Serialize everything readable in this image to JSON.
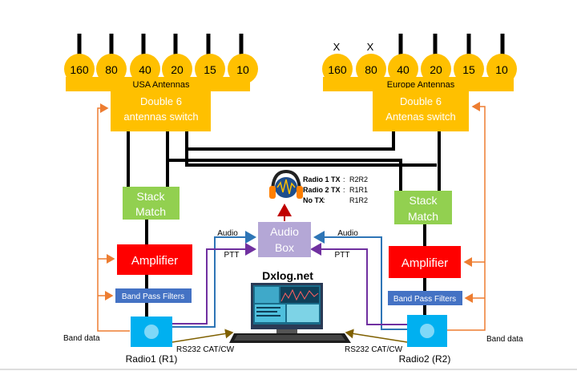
{
  "usa": {
    "bands": [
      "160",
      "80",
      "40",
      "20",
      "15",
      "10"
    ],
    "label": "USA Antennas",
    "switch_line1": "Double 6",
    "switch_line2": "antennas switch"
  },
  "europe": {
    "bands": [
      "160",
      "80",
      "40",
      "20",
      "15",
      "10"
    ],
    "unused_marks": [
      "X",
      "X"
    ],
    "label": "Europe Antennas",
    "switch_line1": "Double 6",
    "switch_line2": "Antenas switch"
  },
  "left_chain": {
    "stack_line1": "Stack",
    "stack_line2": "Match",
    "amplifier": "Amplifier",
    "bpf": "Band Pass Filters",
    "radio_label": "Radio1 (R1)",
    "band_data": "Band data",
    "rs232": "RS232 CAT/CW",
    "audio": "Audio",
    "ptt": "PTT"
  },
  "right_chain": {
    "stack_line1": "Stack",
    "stack_line2": "Match",
    "amplifier": "Amplifier",
    "bpf": "Band Pass Filters",
    "radio_label": "Radio2 (R2)",
    "band_data": "Band data",
    "rs232": "RS232 CAT/CW",
    "audio": "Audio",
    "ptt": "PTT"
  },
  "audio_box": {
    "line1": "Audio",
    "line2": "Box"
  },
  "legend": {
    "r1_key": "Radio 1 TX",
    "r1_sep": ":",
    "r1_val": "R2R2",
    "r2_key": "Radio 2 TX",
    "r2_sep": ":",
    "r2_val": "R1R1",
    "notx_key": "No TX",
    "notx_sep": ":",
    "notx_val": "R1R2"
  },
  "pc": {
    "title": "Dxlog.net"
  },
  "icons": {
    "headphones": "headphones-icon",
    "computer": "computer-icon",
    "radio": "radio-icon"
  },
  "colors": {
    "switch": "#ffc000",
    "stack": "#92d050",
    "amplifier": "#ff0000",
    "bpf": "#4472c4",
    "radio": "#00b0f0",
    "audio_box": "#b4a7d6",
    "band_data_line": "#ed7d31",
    "audio_line": "#2e75b6",
    "ptt_line": "#7030a0",
    "rs232_line": "#7f6000"
  }
}
